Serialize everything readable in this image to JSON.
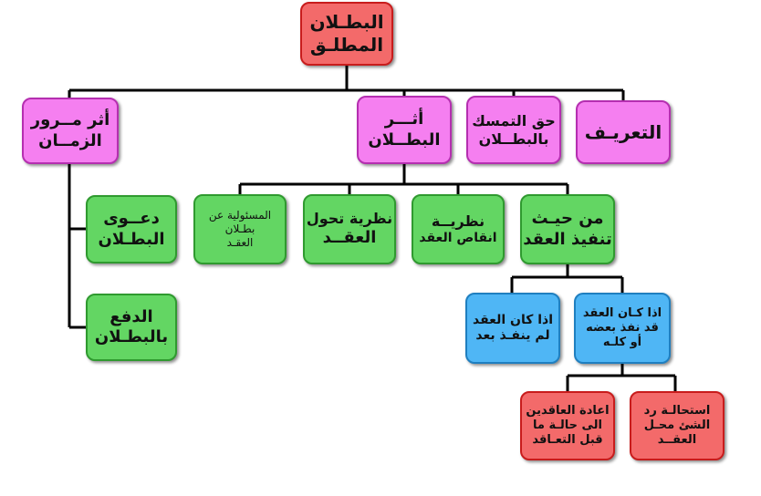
{
  "root": [
    "البطـلان",
    "المطلـق"
  ],
  "level1": {
    "definition": [
      "التعريـف"
    ],
    "right_to_invoke": [
      "حق التمسك",
      "بالبطــلان"
    ],
    "effect_of_nullity": [
      "أثـــر",
      "البطــلان"
    ],
    "effect_of_time": [
      "أثر مــرور",
      "الزمــان"
    ]
  },
  "effects": {
    "execution": [
      "من حيـث",
      "تنفيذ العقد"
    ],
    "reduction_theory": [
      "نظريــة",
      "انقاص العقد"
    ],
    "conversion_theory": [
      "نظرية تحول",
      "العقــد"
    ],
    "liability": [
      "المسئولية عن",
      "بطـلان",
      "العقـد"
    ]
  },
  "time": {
    "nullity_claim": [
      "دعــوى",
      "البطـلان"
    ],
    "nullity_plea": [
      "الدفع",
      "بالبطـلان"
    ]
  },
  "execution_cases": {
    "executed": [
      "اذا كـان العقد",
      "قد نفذ بعضه",
      "أو كلـه"
    ],
    "not_executed": [
      "اذا كان العقد",
      "لم ينفـذ بعد"
    ]
  },
  "executed_outcomes": {
    "restitution_impossible": [
      "استحالـة رد",
      "الشئ محـل",
      "العقــد"
    ],
    "restore_parties": [
      "اعادة العاقدين",
      "الى حالـة ما",
      "قبل التعـاقد"
    ]
  }
}
